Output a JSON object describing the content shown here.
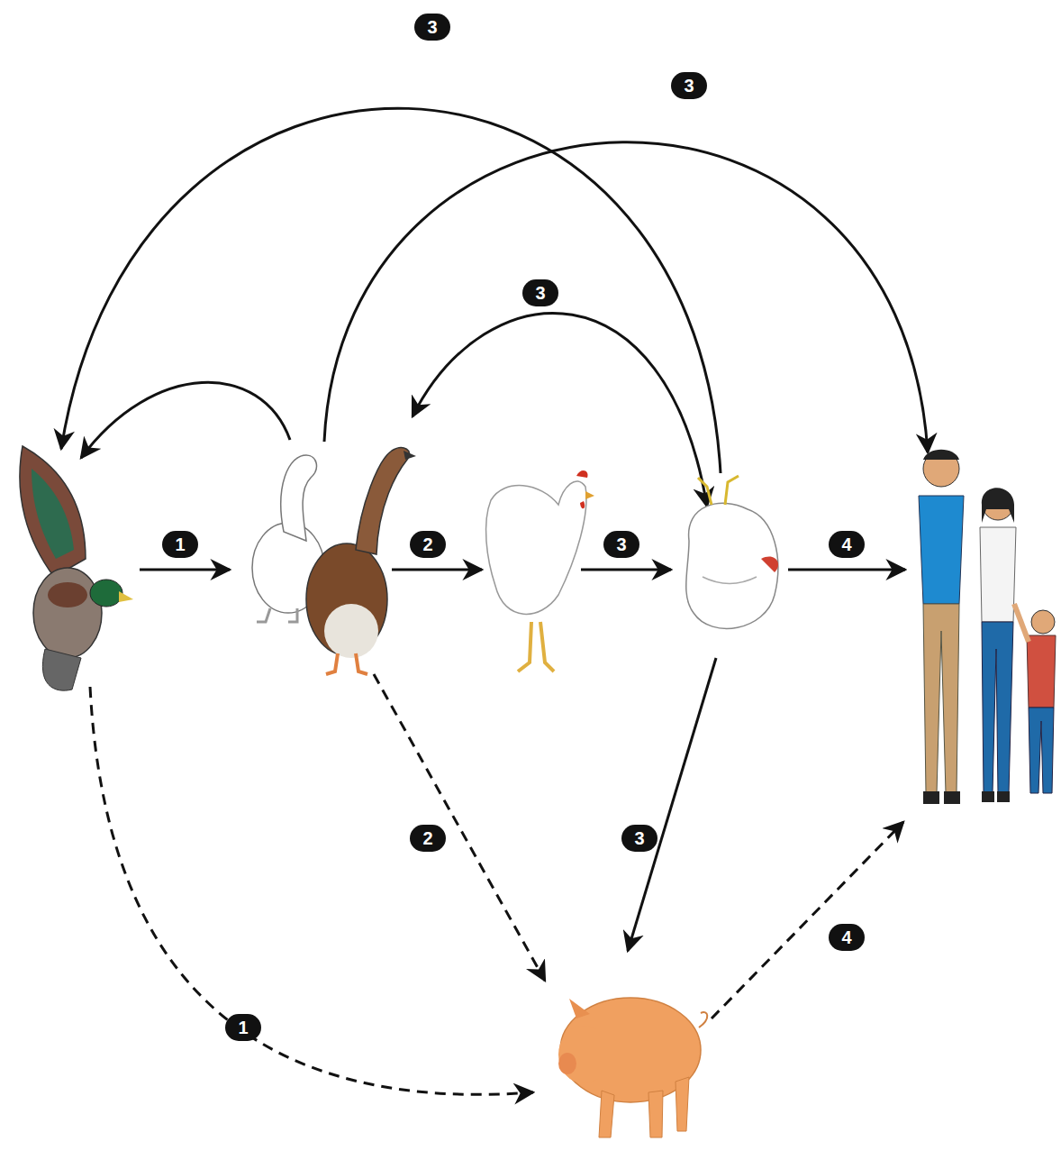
{
  "diagram": {
    "labels": [
      "3",
      "3",
      "3",
      "1",
      "2",
      "3",
      "4",
      "2",
      "3",
      "4",
      "1"
    ]
  }
}
